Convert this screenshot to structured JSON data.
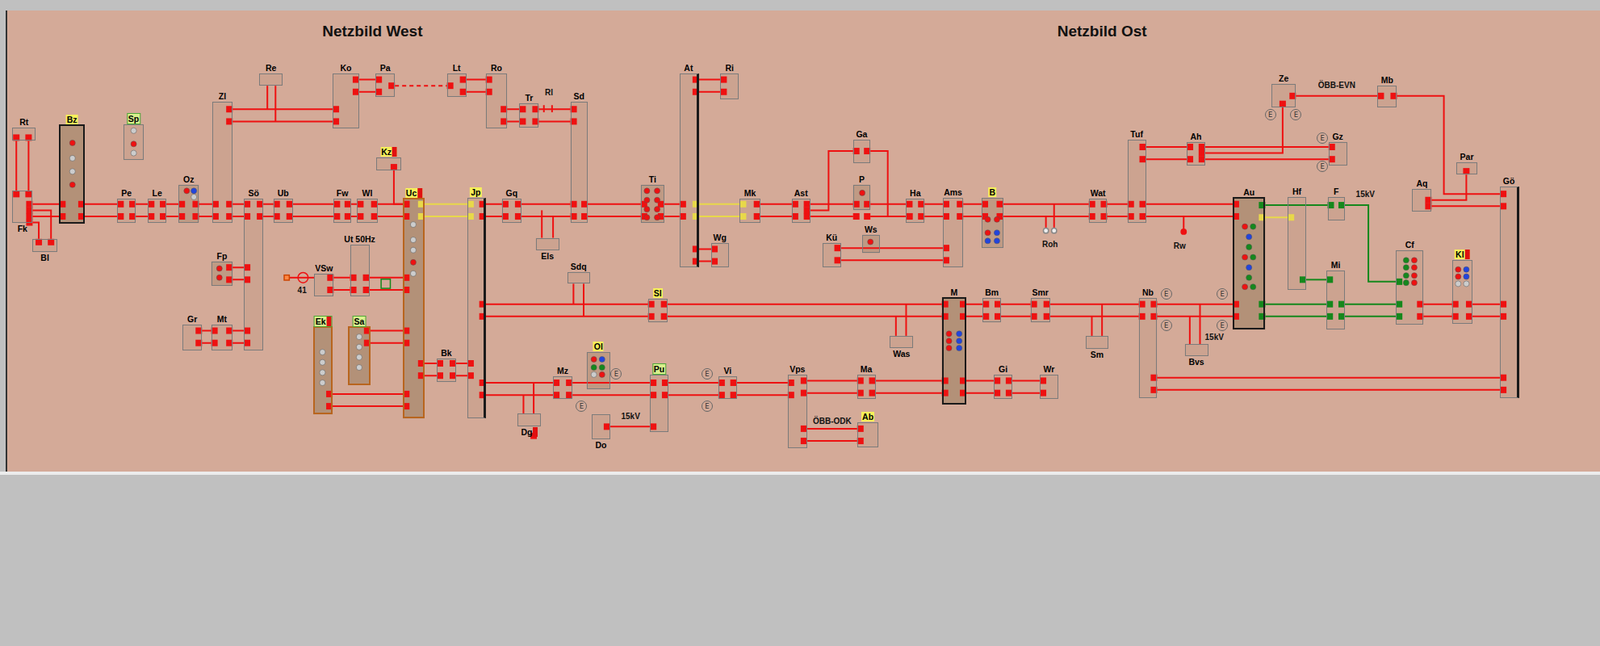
{
  "diagram": {
    "title": "Netzbild West",
    "nodes": [
      {
        "text": [
          "Rt"
        ]
      },
      {
        "text": [
          "Fk"
        ]
      },
      {
        "text": [
          "Bl"
        ]
      },
      {
        "text": [
          "Bz"
        ]
      },
      {
        "text": [
          "Sp"
        ]
      },
      {
        "text": [
          "Pe"
        ]
      },
      {
        "text": [
          "Le"
        ]
      },
      {
        "text": [
          "Oz"
        ]
      },
      {
        "text": [
          "Zl"
        ]
      },
      {
        "text": [
          "Sö"
        ]
      },
      {
        "text": [
          "Ub"
        ]
      },
      {
        "text": [
          "Re"
        ]
      },
      {
        "text": [
          "Ko"
        ]
      },
      {
        "text": [
          "Pa"
        ]
      },
      {
        "text": [
          "Lt"
        ]
      },
      {
        "text": [
          "Ro"
        ]
      },
      {
        "text": [
          "Tr"
        ]
      },
      {
        "text": [
          "Sd"
        ]
      },
      {
        "text": [
          "Fw"
        ]
      },
      {
        "text": [
          "Wl"
        ]
      },
      {
        "text": [
          "Kz"
        ]
      },
      {
        "text": [
          "Uc"
        ]
      },
      {
        "text": [
          "Jp"
        ]
      },
      {
        "text": [
          "Gq"
        ]
      },
      {
        "text": [
          "Els"
        ]
      },
      {
        "text": [
          "Ti"
        ]
      },
      {
        "text": [
          "At"
        ]
      },
      {
        "text": [
          "Ri"
        ]
      },
      {
        "text": [
          "Mk"
        ]
      },
      {
        "text": [
          "Wg"
        ]
      },
      {
        "text": [
          "Fp"
        ]
      },
      {
        "text": [
          "VSw"
        ]
      },
      {
        "text": [
          "Ut 50Hz"
        ]
      },
      {
        "text": [
          "Gr"
        ]
      },
      {
        "text": [
          "Mt"
        ]
      },
      {
        "text": [
          "Ek"
        ]
      },
      {
        "text": [
          "Sa"
        ]
      },
      {
        "text": [
          "Bk"
        ]
      },
      {
        "text": [
          "Sdq"
        ]
      },
      {
        "text": [
          "Sl"
        ]
      },
      {
        "text": [
          "Mz"
        ]
      },
      {
        "text": [
          "Ol"
        ]
      },
      {
        "text": [
          "Dg"
        ]
      },
      {
        "text": [
          "Do"
        ]
      },
      {
        "text": [
          "Pu"
        ]
      },
      {
        "text": [
          "Vi"
        ]
      },
      {
        "text": [
          "Ast"
        ]
      },
      {
        "text": [
          "Ga"
        ]
      },
      {
        "text": [
          "P"
        ]
      },
      {
        "text": [
          "Kü"
        ]
      },
      {
        "text": [
          "Ws"
        ]
      },
      {
        "text": [
          "Ha"
        ]
      },
      {
        "text": [
          "Ams"
        ]
      },
      {
        "text": [
          "B"
        ]
      },
      {
        "text": [
          "Wat"
        ]
      },
      {
        "text": [
          "Tuf"
        ]
      },
      {
        "text": [
          "Ah"
        ]
      },
      {
        "text": [
          "Ze"
        ]
      },
      {
        "text": [
          "Mb"
        ]
      },
      {
        "text": [
          "Gz"
        ]
      },
      {
        "text": [
          "Au"
        ]
      },
      {
        "text": [
          "Hf"
        ]
      },
      {
        "text": [
          "F"
        ]
      },
      {
        "text": [
          "Aq"
        ]
      },
      {
        "text": [
          "Par"
        ]
      },
      {
        "text": [
          "Gö"
        ]
      },
      {
        "text": [
          "Mi"
        ]
      },
      {
        "text": [
          "Cf"
        ]
      },
      {
        "text": [
          "Kl"
        ]
      },
      {
        "text": [
          "M"
        ]
      },
      {
        "text": [
          "Bm"
        ]
      },
      {
        "text": [
          "Smr"
        ]
      },
      {
        "text": [
          "Was"
        ]
      },
      {
        "text": [
          "Sm"
        ]
      },
      {
        "text": [
          "Nb"
        ]
      },
      {
        "text": [
          "Bvs"
        ]
      },
      {
        "text": [
          "Vps"
        ]
      },
      {
        "text": [
          "Ma"
        ]
      },
      {
        "text": [
          "Gi"
        ]
      },
      {
        "text": [
          "Wr"
        ]
      },
      {
        "text": [
          "Ab"
        ]
      }
    ],
    "edges": [
      {
        "from": 1,
        "to": 3,
        "arrow": "none"
      },
      {
        "from": 3,
        "to": 5,
        "arrow": "none"
      },
      {
        "from": 5,
        "to": 6,
        "arrow": "none"
      },
      {
        "from": 6,
        "to": 7,
        "arrow": "none"
      },
      {
        "from": 7,
        "to": 8,
        "arrow": "none"
      },
      {
        "from": 8,
        "to": 9,
        "arrow": "none"
      },
      {
        "from": 9,
        "to": 10,
        "arrow": "none"
      },
      {
        "from": 10,
        "to": 18,
        "arrow": "none"
      },
      {
        "from": 18,
        "to": 19,
        "arrow": "none"
      },
      {
        "from": 19,
        "to": 21,
        "arrow": "none"
      },
      {
        "from": 21,
        "to": 22,
        "arrow": "none"
      },
      {
        "from": 22,
        "to": 23,
        "arrow": "none"
      },
      {
        "from": 23,
        "to": 17,
        "arrow": "none"
      },
      {
        "from": 17,
        "to": 25,
        "arrow": "none"
      },
      {
        "from": 25,
        "to": 26,
        "arrow": "none"
      },
      {
        "from": 26,
        "to": 28,
        "arrow": "none"
      },
      {
        "from": 28,
        "to": 46,
        "arrow": "none"
      },
      {
        "from": 46,
        "to": 48,
        "arrow": "none"
      },
      {
        "from": 48,
        "to": 51,
        "arrow": "none"
      },
      {
        "from": 51,
        "to": 52,
        "arrow": "none"
      },
      {
        "from": 52,
        "to": 53,
        "arrow": "none"
      },
      {
        "from": 53,
        "to": 54,
        "arrow": "none"
      },
      {
        "from": 54,
        "to": 55,
        "arrow": "none"
      },
      {
        "from": 55,
        "to": 60,
        "arrow": "none"
      },
      {
        "from": 60,
        "to": 61,
        "arrow": "none"
      },
      {
        "from": 60,
        "to": 62,
        "arrow": "none"
      },
      {
        "from": 62,
        "to": 67,
        "arrow": "none"
      },
      {
        "from": 0,
        "to": 1,
        "arrow": "none"
      },
      {
        "from": 1,
        "to": 2,
        "arrow": "none"
      },
      {
        "from": 8,
        "to": 12,
        "arrow": "none"
      },
      {
        "from": 12,
        "to": 13,
        "arrow": "none"
      },
      {
        "from": 13,
        "to": 14,
        "arrow": "none"
      },
      {
        "from": 14,
        "to": 15,
        "arrow": "none"
      },
      {
        "from": 15,
        "to": 16,
        "arrow": "none"
      },
      {
        "from": 16,
        "to": 17,
        "arrow": "none"
      },
      {
        "from": 9,
        "to": 34,
        "arrow": "none"
      },
      {
        "from": 34,
        "to": 33,
        "arrow": "none"
      },
      {
        "from": 30,
        "to": 9,
        "arrow": "none"
      },
      {
        "from": 20,
        "to": 21,
        "arrow": "none"
      },
      {
        "from": 31,
        "to": 32,
        "arrow": "none"
      },
      {
        "from": 32,
        "to": 21,
        "arrow": "none"
      },
      {
        "from": 36,
        "to": 21,
        "arrow": "none"
      },
      {
        "from": 35,
        "to": 21,
        "arrow": "none"
      },
      {
        "from": 21,
        "to": 37,
        "arrow": "none"
      },
      {
        "from": 37,
        "to": 22,
        "arrow": "none"
      },
      {
        "from": 26,
        "to": 27,
        "arrow": "none"
      },
      {
        "from": 26,
        "to": 29,
        "arrow": "none"
      },
      {
        "from": 22,
        "to": 39,
        "arrow": "none"
      },
      {
        "from": 39,
        "to": 69,
        "arrow": "none"
      },
      {
        "from": 69,
        "to": 70,
        "arrow": "none"
      },
      {
        "from": 70,
        "to": 71,
        "arrow": "none"
      },
      {
        "from": 71,
        "to": 74,
        "arrow": "none"
      },
      {
        "from": 74,
        "to": 60,
        "arrow": "none"
      },
      {
        "from": 60,
        "to": 66,
        "arrow": "none"
      },
      {
        "from": 66,
        "to": 67,
        "arrow": "none"
      },
      {
        "from": 67,
        "to": 68,
        "arrow": "none"
      },
      {
        "from": 68,
        "to": 65,
        "arrow": "none"
      },
      {
        "from": 61,
        "to": 66,
        "arrow": "none"
      },
      {
        "from": 22,
        "to": 40,
        "arrow": "none"
      },
      {
        "from": 40,
        "to": 44,
        "arrow": "none"
      },
      {
        "from": 44,
        "to": 45,
        "arrow": "none"
      },
      {
        "from": 45,
        "to": 76,
        "arrow": "none"
      },
      {
        "from": 76,
        "to": 77,
        "arrow": "none"
      },
      {
        "from": 77,
        "to": 69,
        "arrow": "none"
      },
      {
        "from": 69,
        "to": 78,
        "arrow": "none"
      },
      {
        "from": 78,
        "to": 79,
        "arrow": "none"
      },
      {
        "from": 76,
        "to": 80,
        "label": "ÖBB-ODK",
        "arrow": "none"
      },
      {
        "from": 43,
        "to": 44,
        "arrow": "none"
      },
      {
        "from": 74,
        "to": 65,
        "arrow": "none"
      },
      {
        "from": 52,
        "to": 49,
        "arrow": "none"
      },
      {
        "from": 46,
        "to": 47,
        "arrow": "none"
      },
      {
        "from": 47,
        "to": 51,
        "arrow": "none"
      },
      {
        "from": 55,
        "to": 56,
        "arrow": "none"
      },
      {
        "from": 56,
        "to": 59,
        "arrow": "none"
      },
      {
        "from": 57,
        "to": 56,
        "arrow": "none"
      },
      {
        "from": 57,
        "to": 58,
        "label": "ÖBB-EVN",
        "arrow": "none"
      },
      {
        "from": 58,
        "to": 65,
        "arrow": "none"
      },
      {
        "from": 63,
        "to": 65,
        "arrow": "none"
      },
      {
        "from": 64,
        "to": 63,
        "arrow": "none"
      }
    ],
    "labels": [
      "Netzbild Ost",
      "Rl",
      "41",
      "Roh",
      "Rw",
      "15kV",
      "15kV",
      "15kV",
      "E",
      "E",
      "E",
      "E",
      "E",
      "E",
      "E",
      "E",
      "E",
      "E",
      "E",
      "E"
    ]
  }
}
